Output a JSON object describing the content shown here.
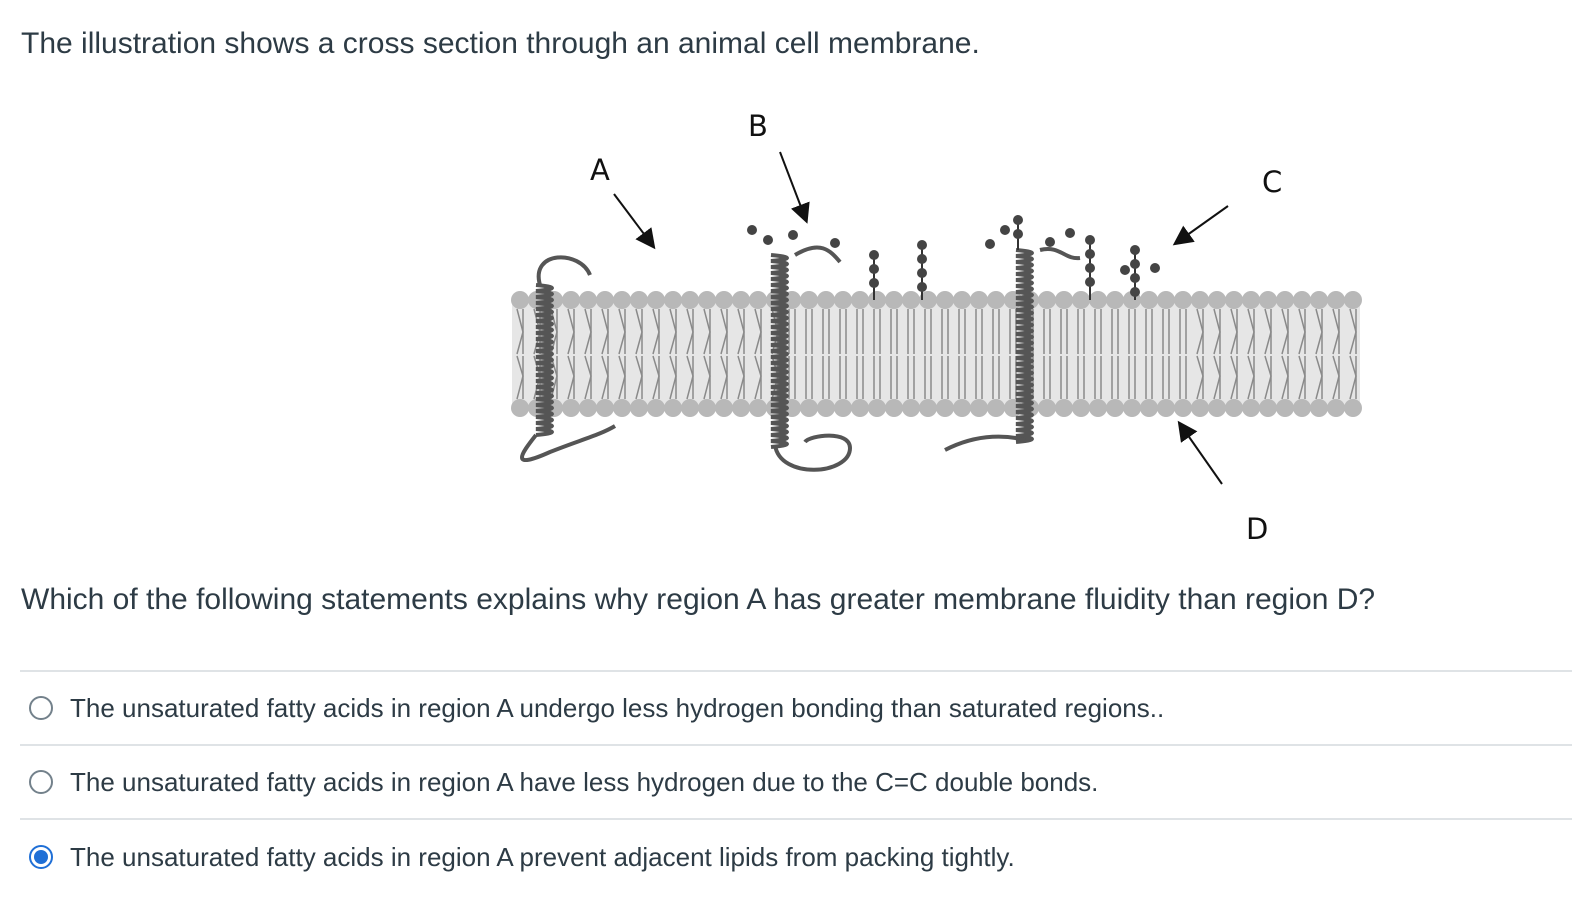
{
  "intro_text": "The illustration shows a cross section through an animal cell membrane.",
  "figure": {
    "label_a": "A",
    "label_b": "B",
    "label_c": "C",
    "label_d": "D"
  },
  "question_text": "Which of the following statements explains why region A has greater membrane fluidity than region D?",
  "answers": [
    {
      "text": "The unsaturated fatty acids in region A undergo less hydrogen bonding than saturated regions..",
      "selected": false
    },
    {
      "text": "The unsaturated fatty acids in region A have less hydrogen due to the C=C double bonds.",
      "selected": false
    },
    {
      "text": "The unsaturated fatty acids in region A prevent adjacent lipids from packing tightly.",
      "selected": true
    }
  ],
  "colors": {
    "text": "#2d3b45",
    "radio_selected": "#1f6fd6",
    "divider": "#dfe3e6",
    "lipid_head": "#b8b8b8",
    "protein": "#555555"
  }
}
